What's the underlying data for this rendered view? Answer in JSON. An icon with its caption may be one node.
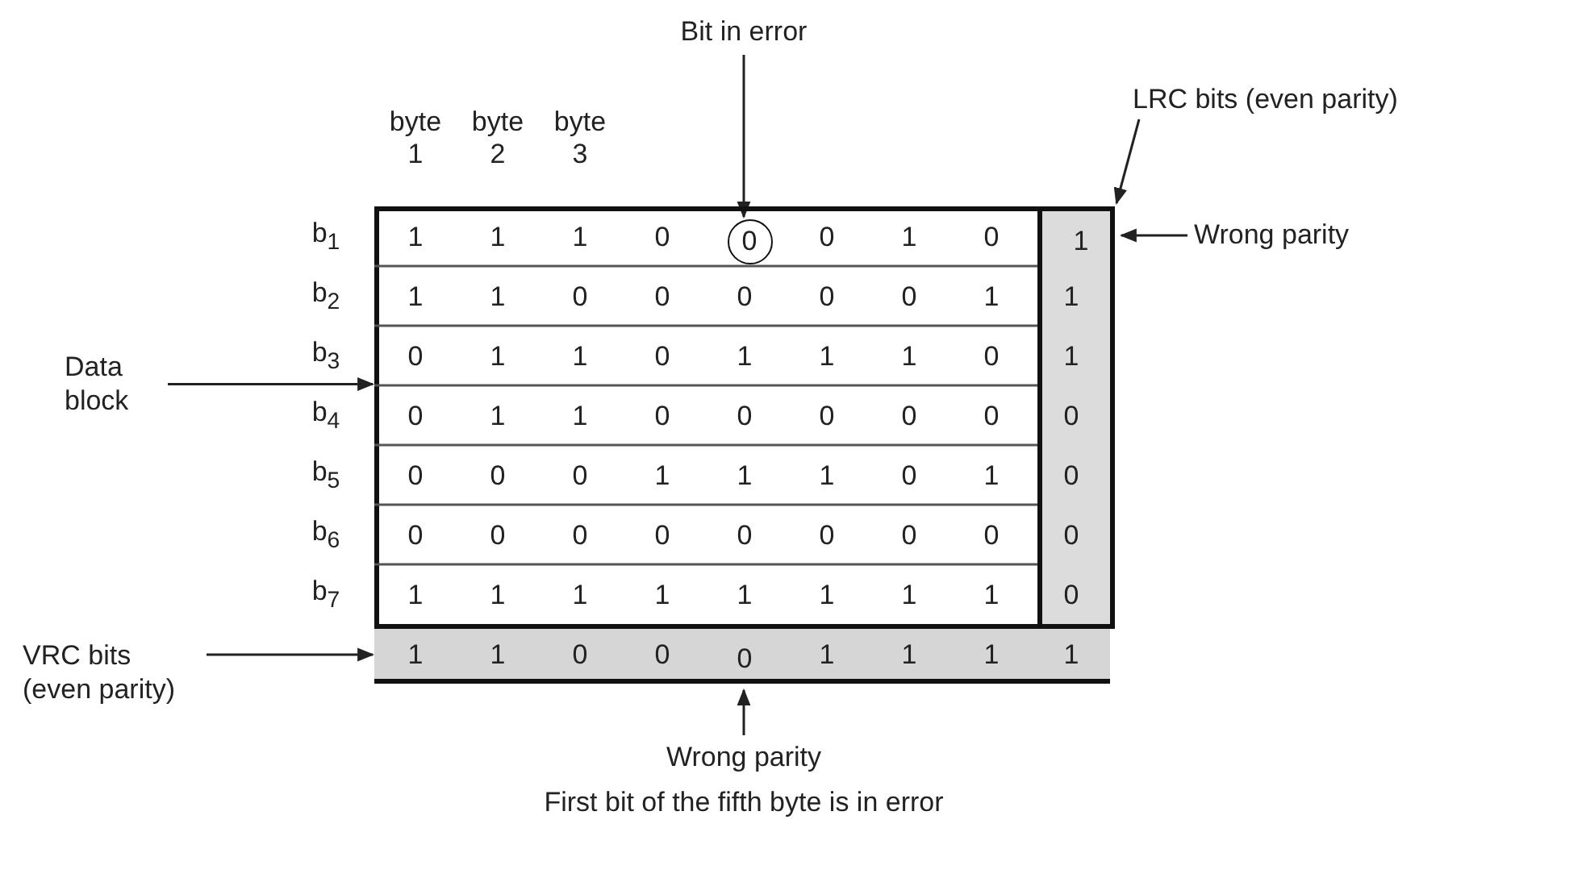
{
  "diagram": {
    "nodes": [
      {
        "text": [
          "Bit in error"
        ]
      },
      {
        "text": [
          "LRC bits (even parity)"
        ]
      },
      {
        "text": [],
        "shape": "box"
      },
      {
        "text": [],
        "shape": "box",
        "in": 2
      },
      {
        "text": [
          "0"
        ],
        "in": 2
      },
      {
        "text": [
          "1"
        ],
        "in": 3
      },
      {
        "text": [
          "Wrong parity"
        ]
      },
      {
        "text": [
          "Data block"
        ]
      },
      {
        "text": [],
        "shape": "box",
        "in": 2
      },
      {
        "text": [
          "0"
        ],
        "in": 8
      },
      {
        "text": [
          "VRC bits (even parity)"
        ]
      },
      {
        "text": [
          "Wrong parity",
          "First bit of the fifth byte is in error"
        ]
      }
    ],
    "edges": [
      {
        "from": 0,
        "to": 4,
        "arrow": "to"
      },
      {
        "from": 1,
        "to": 3,
        "arrow": "to"
      },
      {
        "from": 6,
        "to": 5,
        "arrow": "to"
      },
      {
        "from": 7,
        "to": 2,
        "arrow": "to"
      },
      {
        "from": 10,
        "to": 8,
        "arrow": "to"
      },
      {
        "from": 11,
        "to": 9,
        "arrow": "to"
      }
    ],
    "labels": [
      "byte 1",
      "byte 2",
      "byte 3",
      "b$_{1}$",
      "1",
      "1",
      "1",
      "0",
      "0",
      "1",
      "0",
      "b$_{2}$",
      "1",
      "1",
      "0",
      "0",
      "0",
      "0",
      "0",
      "1",
      "1",
      "b$_{3}$",
      "0",
      "1",
      "1",
      "0",
      "1",
      "1",
      "1",
      "0",
      "1",
      "b$_{4}$",
      "0",
      "1",
      "1",
      "0",
      "0",
      "0",
      "0",
      "0",
      "0",
      "b$_{5}$",
      "0",
      "0",
      "0",
      "1",
      "1",
      "1",
      "0",
      "1",
      "0",
      "b$_{6}$",
      "0",
      "0",
      "0",
      "0",
      "0",
      "0",
      "0",
      "0",
      "0",
      "b$_{7}$",
      "1",
      "1",
      "1",
      "1",
      "1",
      "1",
      "1",
      "1",
      "0",
      "1",
      "1",
      "0",
      "0",
      "1",
      "1",
      "1",
      "1"
    ]
  }
}
